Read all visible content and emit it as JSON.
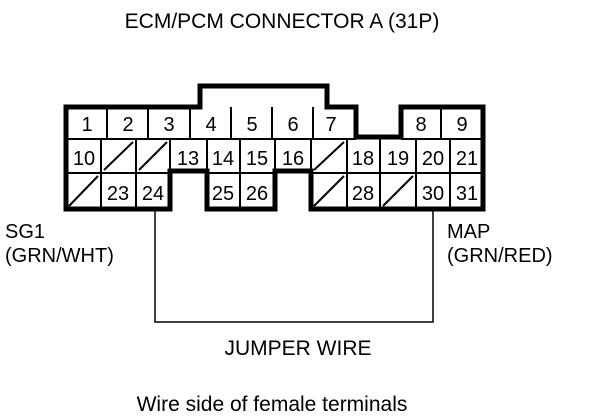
{
  "title": "ECM/PCM CONNECTOR A (31P)",
  "terminals": {
    "row1": [
      "1",
      "2",
      "3",
      "4",
      "5",
      "6",
      "7",
      "8",
      "9"
    ],
    "row2": [
      "10",
      "13",
      "14",
      "15",
      "16",
      "18",
      "19",
      "20",
      "21"
    ],
    "row3": [
      "23",
      "24",
      "25",
      "26",
      "28",
      "30",
      "31"
    ]
  },
  "left_label": {
    "name": "SG1",
    "color": "(GRN/WHT)"
  },
  "right_label": {
    "name": "MAP",
    "color": "(GRN/RED)"
  },
  "jumper_label": "JUMPER WIRE",
  "footer": "Wire side of female terminals",
  "colors": {
    "line": "#000000",
    "background": "#ffffff"
  }
}
